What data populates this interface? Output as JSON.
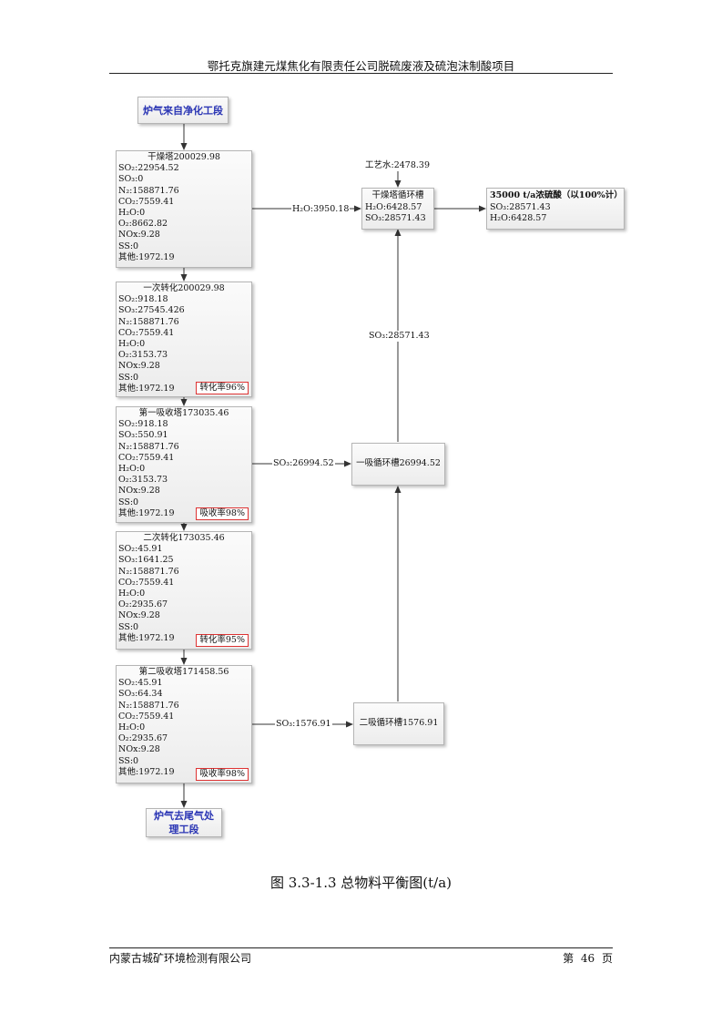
{
  "header": {
    "title": "鄂托克旗建元煤焦化有限责任公司脱硫废液及硫泡沫制酸项目"
  },
  "diagram": {
    "source": "炉气来自净化工段",
    "towers": [
      {
        "title": "干燥塔200029.98",
        "lines": [
          "SO₂:22954.52",
          "SO₃:0",
          "N₂:158871.76",
          "CO₂:7559.41",
          "H₂O:0",
          "O₂:8662.82",
          "NOx:9.28",
          "SS:0",
          "其他:1972.19"
        ],
        "rate": ""
      },
      {
        "title": "一次转化200029.98",
        "lines": [
          "SO₂:918.18",
          "SO₃:27545.426",
          "N₂:158871.76",
          "CO₂:7559.41",
          "H₂O:0",
          "O₂:3153.73",
          "NOx:9.28",
          "SS:0",
          "其他:1972.19"
        ],
        "rate": "转化率96%"
      },
      {
        "title": "第一吸收塔173035.46",
        "lines": [
          "SO₂:918.18",
          "SO₃:550.91",
          "N₂:158871.76",
          "CO₂:7559.41",
          "H₂O:0",
          "O₂:3153.73",
          "NOx:9.28",
          "SS:0",
          "其他:1972.19"
        ],
        "rate": "吸收率98%"
      },
      {
        "title": "二次转化173035.46",
        "lines": [
          "SO₂:45.91",
          "SO₃:1641.25",
          "N₂:158871.76",
          "CO₂:7559.41",
          "H₂O:0",
          "O₂:2935.67",
          "NOx:9.28",
          "SS:0",
          "其他:1972.19"
        ],
        "rate": "转化率95%"
      },
      {
        "title": "第二吸收塔171458.56",
        "lines": [
          "SO₂:45.91",
          "SO₃:64.34",
          "N₂:158871.76",
          "CO₂:7559.41",
          "H₂O:0",
          "O₂:2935.67",
          "NOx:9.28",
          "SS:0",
          "其他:1972.19"
        ],
        "rate": "吸收率98%"
      }
    ],
    "sink": "炉气去尾气处理工段",
    "process_water": "工艺水:2478.39",
    "dry_tank": {
      "title": "干燥塔循环槽",
      "lines": [
        "H₂O:6428.57",
        "SO₃:28571.43"
      ]
    },
    "product": {
      "title": "35000 t/a浓硫酸（以100%计）",
      "lines": [
        "SO₃:28571.43",
        "H₂O:6428.57"
      ]
    },
    "abs1_tank": "一吸循环槽26994.52",
    "abs2_tank": "二吸循环槽1576.91",
    "flows": {
      "h2o": "H₂O:3950.18",
      "so3_abs1": "SO₃:26994.52",
      "so3_abs2": "SO₃:1576.91",
      "so3_up": "SO₃:28571.43"
    }
  },
  "caption": "图 3.3-1.3 总物料平衡图(t/a)",
  "footer": {
    "company": "内蒙古城矿环境检测有限公司",
    "page": "第 46 页"
  }
}
